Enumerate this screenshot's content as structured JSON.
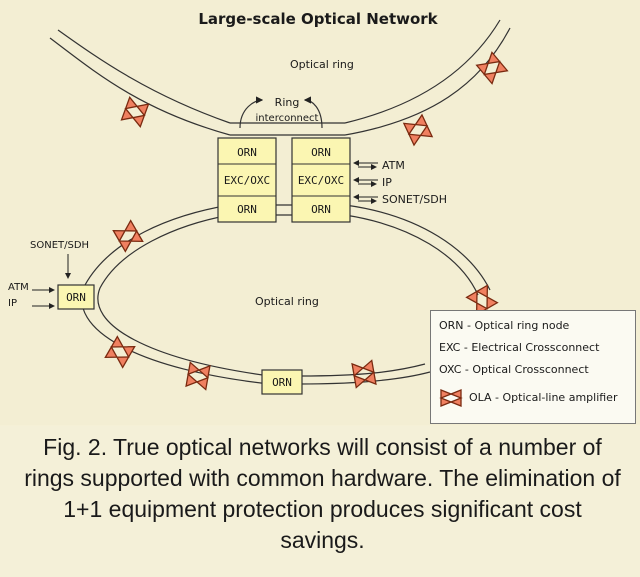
{
  "diagram": {
    "title": "Large-scale Optical Network",
    "upper_ring_label": "Optical ring",
    "lower_ring_label": "Optical ring",
    "interconnect_label_line1": "Ring",
    "interconnect_label_line2": "interconnect",
    "left_node": {
      "top": "ORN",
      "middle": "EXC/OXC",
      "bottom": "ORN"
    },
    "right_node": {
      "top": "ORN",
      "middle": "EXC/OXC",
      "bottom": "ORN"
    },
    "right_node_inputs": [
      "ATM",
      "IP",
      "SONET/SDH"
    ],
    "left_ring_node": "ORN",
    "left_ring_node_inputs": [
      "ATM",
      "IP"
    ],
    "left_sonet_label": "SONET/SDH",
    "bottom_ring_node": "ORN"
  },
  "legend": {
    "orn": "ORN - Optical ring node",
    "exc": "EXC - Electrical Crossconnect",
    "oxc": "OXC - Optical Crossconnect",
    "ola": "OLA - Optical-line amplifier"
  },
  "caption": "Fig. 2. True optical networks will consist of a number of rings supported with common hardware. The elimination of 1+1 equipment protection produces significant cost savings.",
  "colors": {
    "amplifier_fill": "#f08060",
    "node_fill": "#fbf6b2",
    "background": "#f3eed3"
  },
  "icons": {
    "amplifier": "bowtie-amplifier-icon",
    "arrow": "arrow-icon"
  }
}
